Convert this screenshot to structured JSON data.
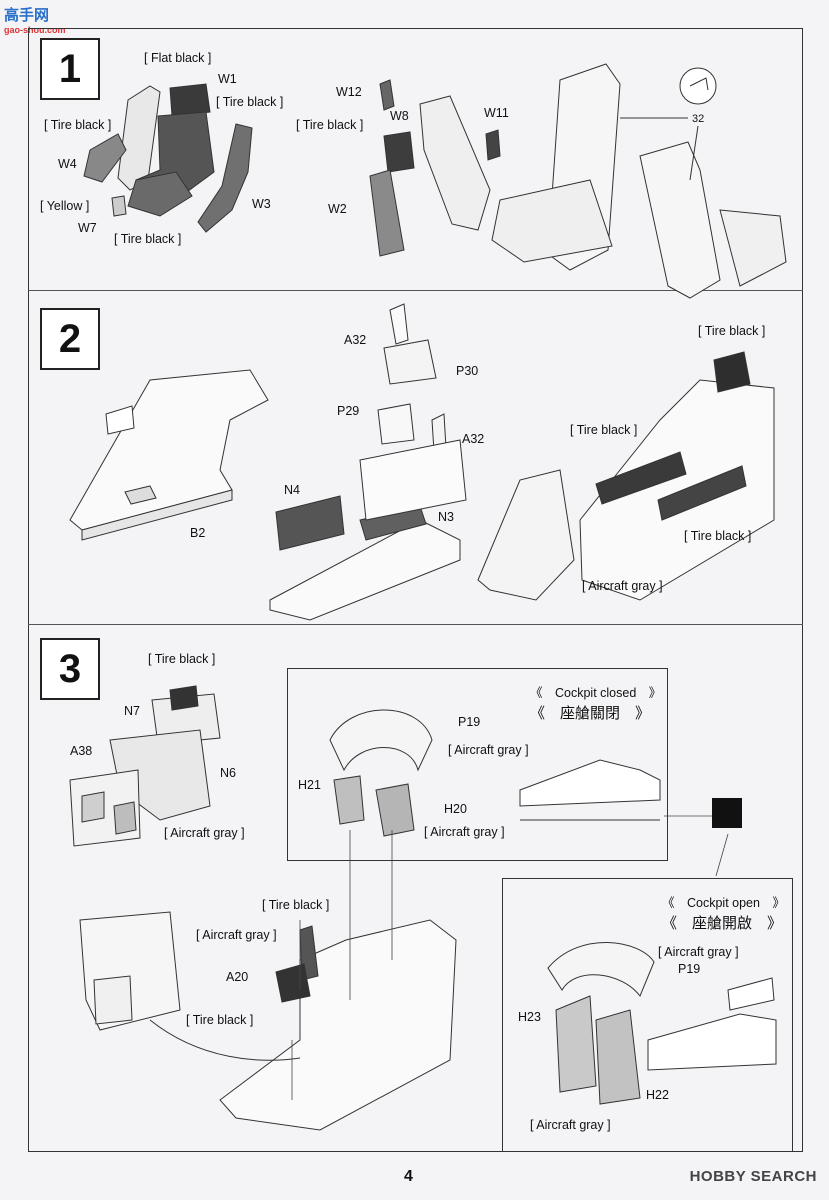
{
  "watermark": {
    "site": "高手网",
    "url": "gao-shou.com"
  },
  "brand": {
    "logo": "HOBBY SEARCH"
  },
  "page_number": "4",
  "steps": [
    "1",
    "2",
    "3"
  ],
  "step1": {
    "flat_black": "[ Flat black ]",
    "w1": "W1",
    "tire_black_a": "[ Tire black ]",
    "tire_black_b": "[ Tire black ]",
    "w4": "W4",
    "yellow": "[ Yellow ]",
    "w7": "W7",
    "tire_black_c": "[ Tire black ]",
    "w3": "W3",
    "w12": "W12",
    "w8": "W8",
    "tire_black_d": "[ Tire black ]",
    "w11": "W11",
    "w2": "W2",
    "p32": "32"
  },
  "step2": {
    "a32_top": "A32",
    "p30": "P30",
    "p29": "P29",
    "a32_mid": "A32",
    "n4": "N4",
    "n3": "N3",
    "b2": "B2",
    "tire_black_top": "[ Tire black ]",
    "tire_black_left": "[ Tire black ]",
    "tire_black_right": "[ Tire black ]",
    "aircraft_gray": "[ Aircraft gray ]"
  },
  "step3": {
    "tire_black_top": "[ Tire black ]",
    "n7": "N7",
    "n6": "N6",
    "a38": "A38",
    "aircraft_gray_a": "[ Aircraft gray ]",
    "closed_title_en": "《　Cockpit  closed　》",
    "closed_title_cn": "《　座艙關閉　》",
    "p19_closed": "P19",
    "aircraft_gray_b": "[ Aircraft gray ]",
    "h21": "H21",
    "h20": "H20",
    "aircraft_gray_c": "[ Aircraft gray ]",
    "open_title_en": "《　Cockpit  open　》",
    "open_title_cn": "《　座艙開啟　》",
    "aircraft_gray_d": "[ Aircraft gray ]",
    "p19_open": "P19",
    "h23": "H23",
    "h22": "H22",
    "aircraft_gray_e": "[ Aircraft gray ]",
    "tire_black_bottom": "[ Tire black ]",
    "aircraft_gray_f": "[ Aircraft gray ]",
    "a20": "A20",
    "tire_black_stick": "[ Tire black ]"
  }
}
